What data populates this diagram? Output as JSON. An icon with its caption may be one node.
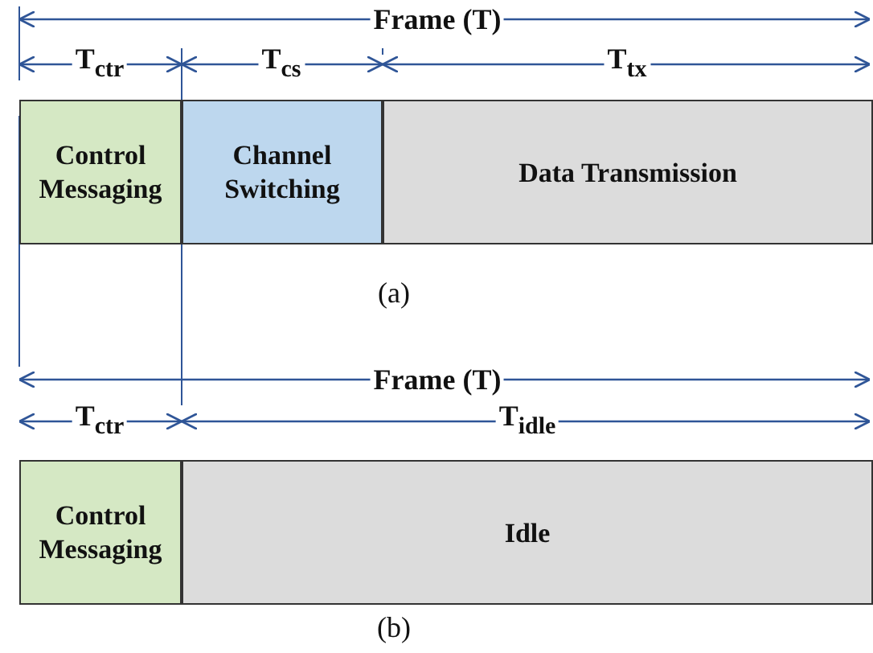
{
  "diagram": {
    "nodes": [
      {
        "text": [
          "Control Messaging"
        ]
      },
      {
        "text": [
          "Channel Switching"
        ]
      },
      {
        "text": [
          "Data Transmission"
        ]
      },
      {
        "text": [
          "Control Messaging"
        ]
      },
      {
        "text": [
          "Idle"
        ]
      }
    ],
    "labels": [
      "Frame (T)",
      "T$_{ctr}$",
      "T$_{cs}$",
      "T$_{tx}$",
      "(a)",
      "Frame (T)",
      "T$_{ctr}$",
      "T$_{idle}$",
      "(b)"
    ]
  }
}
